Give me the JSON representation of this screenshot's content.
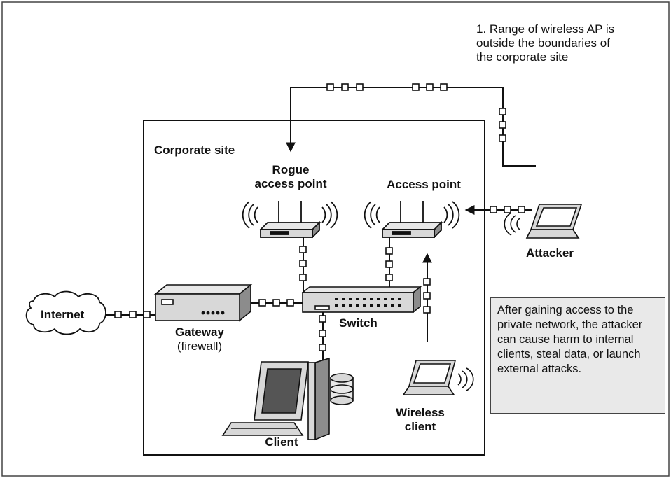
{
  "note_range": [
    "1. Range of wireless AP is",
    "outside the boundaries of",
    "the corporate site"
  ],
  "site_label": "Corporate site",
  "rogue_ap_label": [
    "Rogue",
    "access point"
  ],
  "ap_label": "Access point",
  "attacker_label": "Attacker",
  "internet_label": "Internet",
  "gateway_label": "Gateway",
  "gateway_sublabel": "(firewall)",
  "switch_label": "Switch",
  "client_label": "Client",
  "wireless_client_label": [
    "Wireless",
    "client"
  ],
  "note_attack": "After gaining access to the private network, the attacker can cause harm to internal clients, steal data, or launch external attacks.",
  "colors": {
    "line": "#1a1a1a",
    "device_face": "#d8d8d8",
    "device_side": "#8c8c8c",
    "note_bg": "#e9e9e9"
  }
}
